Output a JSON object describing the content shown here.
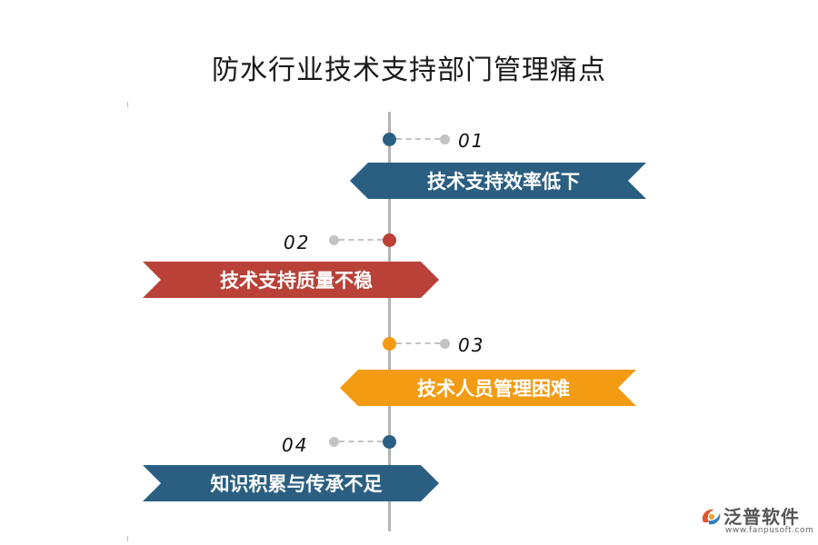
{
  "title": "防水行业技术支持部门管理痛点",
  "items": [
    {
      "num": "01",
      "label": "技术支持效率低下",
      "color": "#2b5f82"
    },
    {
      "num": "02",
      "label": "技术支持质量不稳",
      "color": "#b94137"
    },
    {
      "num": "03",
      "label": "技术人员管理困难",
      "color": "#f29b13"
    },
    {
      "num": "04",
      "label": "知识积累与传承不足",
      "color": "#2b5f82"
    }
  ],
  "logo": {
    "name": "泛普软件",
    "url": "www.fanpusoft.com",
    "icon": "fanpu-logo-icon"
  }
}
